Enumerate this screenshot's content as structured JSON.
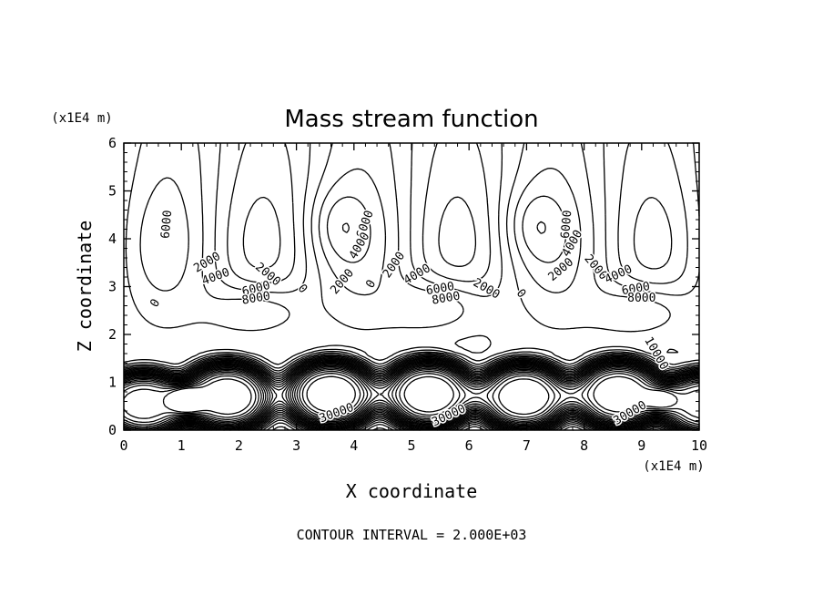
{
  "chart_data": {
    "type": "contour",
    "title": "Mass stream function",
    "xlabel": "X coordinate",
    "ylabel": "Z coordinate",
    "x_unit": "(x1E4 m)",
    "y_unit": "(x1E4 m)",
    "xlim": [
      0,
      10
    ],
    "ylim": [
      0,
      6
    ],
    "x_ticks": [
      "0",
      "1",
      "2",
      "3",
      "4",
      "5",
      "6",
      "7",
      "8",
      "9",
      "10"
    ],
    "y_ticks": [
      "0",
      "1",
      "2",
      "3",
      "4",
      "5",
      "6"
    ],
    "contour_interval_label": "CONTOUR INTERVAL = 2.000E+03",
    "contour_interval": 2000,
    "grid": false,
    "contour_labels": [
      {
        "text": "6000",
        "x": 0.75,
        "y": 4.3,
        "rot": -85
      },
      {
        "text": "2000",
        "x": 1.45,
        "y": 3.5,
        "rot": -30
      },
      {
        "text": "4000",
        "x": 1.6,
        "y": 3.2,
        "rot": -20
      },
      {
        "text": "0",
        "x": 0.55,
        "y": 2.65,
        "rot": -60
      },
      {
        "text": "6000",
        "x": 2.3,
        "y": 2.95,
        "rot": -15
      },
      {
        "text": "8000",
        "x": 2.3,
        "y": 2.75,
        "rot": -10
      },
      {
        "text": "2000",
        "x": 2.5,
        "y": 3.25,
        "rot": 40
      },
      {
        "text": "0",
        "x": 3.1,
        "y": 2.95,
        "rot": 50
      },
      {
        "text": "6000",
        "x": 4.2,
        "y": 4.3,
        "rot": -70
      },
      {
        "text": "4000",
        "x": 4.1,
        "y": 3.85,
        "rot": -60
      },
      {
        "text": "2000",
        "x": 3.8,
        "y": 3.1,
        "rot": -50
      },
      {
        "text": "0",
        "x": 4.3,
        "y": 3.05,
        "rot": -60
      },
      {
        "text": "2000",
        "x": 4.7,
        "y": 3.45,
        "rot": -55
      },
      {
        "text": "4000",
        "x": 5.1,
        "y": 3.25,
        "rot": -30
      },
      {
        "text": "6000",
        "x": 5.5,
        "y": 2.95,
        "rot": -10
      },
      {
        "text": "8000",
        "x": 5.6,
        "y": 2.75,
        "rot": -10
      },
      {
        "text": "2000",
        "x": 6.3,
        "y": 2.95,
        "rot": 30
      },
      {
        "text": "0",
        "x": 6.9,
        "y": 2.85,
        "rot": 50
      },
      {
        "text": "6000",
        "x": 7.7,
        "y": 4.3,
        "rot": -85
      },
      {
        "text": "4000",
        "x": 7.8,
        "y": 3.9,
        "rot": -60
      },
      {
        "text": "2000",
        "x": 7.6,
        "y": 3.35,
        "rot": -40
      },
      {
        "text": "2000",
        "x": 8.2,
        "y": 3.4,
        "rot": 50
      },
      {
        "text": "4000",
        "x": 8.6,
        "y": 3.25,
        "rot": -25
      },
      {
        "text": "6000",
        "x": 8.9,
        "y": 2.95,
        "rot": -10
      },
      {
        "text": "8000",
        "x": 9.0,
        "y": 2.75,
        "rot": 0
      },
      {
        "text": "30000",
        "x": 3.7,
        "y": 0.35,
        "rot": -20
      },
      {
        "text": "30000",
        "x": 5.65,
        "y": 0.3,
        "rot": -25
      },
      {
        "text": "30000",
        "x": 8.8,
        "y": 0.35,
        "rot": -30
      },
      {
        "text": "10000",
        "x": 9.25,
        "y": 1.6,
        "rot": 60
      }
    ]
  }
}
